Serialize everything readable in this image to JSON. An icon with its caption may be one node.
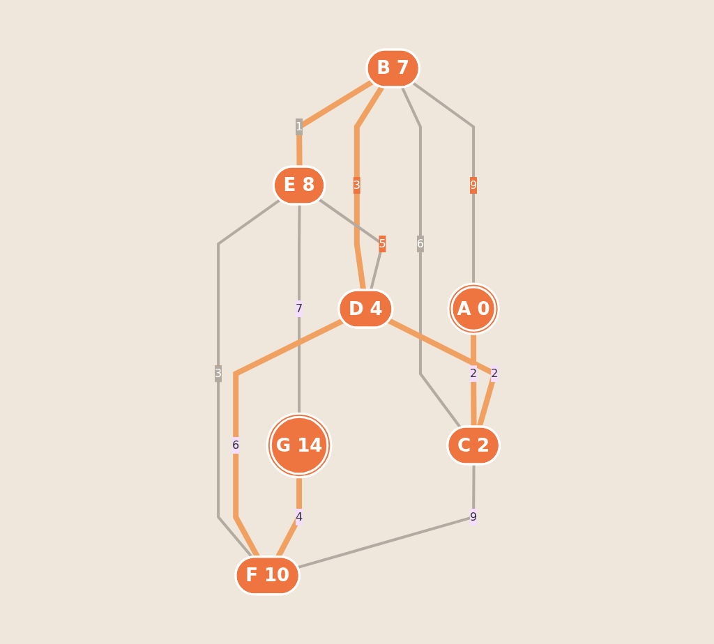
{
  "diagram": {
    "nodes": [
      {
        "text": [
          "B 7"
        ]
      },
      {
        "text": [
          "E 8"
        ]
      },
      {
        "text": [
          "A 0"
        ]
      },
      {
        "text": [
          "D 4"
        ]
      },
      {
        "text": [
          "G 14"
        ]
      },
      {
        "text": [
          "C 2"
        ]
      },
      {
        "text": [
          "F 10"
        ]
      }
    ],
    "edges": [
      {
        "from": 0,
        "to": 1,
        "arrow": "none",
        "label": "1",
        "style": "thick",
        "color": "#f0a060"
      },
      {
        "from": 0,
        "to": 2,
        "arrow": "none",
        "label": "9"
      },
      {
        "from": 0,
        "to": 5,
        "arrow": "none",
        "label": "6"
      },
      {
        "from": 0,
        "to": 3,
        "arrow": "none",
        "label": "3",
        "style": "thick",
        "color": "#f0a060"
      },
      {
        "from": 1,
        "to": 3,
        "arrow": "none",
        "label": "5"
      },
      {
        "from": 1,
        "to": 6,
        "arrow": "none",
        "label": "3"
      },
      {
        "from": 1,
        "to": 4,
        "arrow": "none",
        "label": "7"
      },
      {
        "from": 2,
        "to": 5,
        "arrow": "none",
        "label": "2",
        "style": "thick",
        "color": "#f0a060"
      },
      {
        "from": 3,
        "to": 5,
        "arrow": "none",
        "label": "2",
        "style": "thick",
        "color": "#f0a060"
      },
      {
        "from": 3,
        "to": 6,
        "arrow": "none",
        "label": "6",
        "style": "thick",
        "color": "#f0a060"
      },
      {
        "from": 4,
        "to": 6,
        "arrow": "none",
        "label": "4",
        "style": "thick",
        "color": "#f0a060"
      },
      {
        "from": 5,
        "to": 6,
        "arrow": "none",
        "label": "9"
      }
    ]
  }
}
